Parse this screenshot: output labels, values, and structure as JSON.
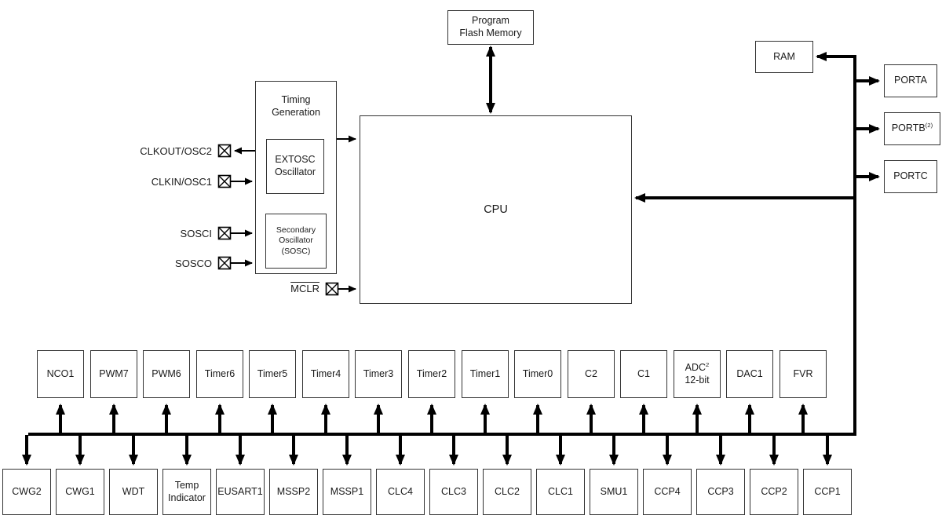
{
  "program_flash": {
    "line1": "Program",
    "line2": "Flash Memory"
  },
  "timing": {
    "title1": "Timing",
    "title2": "Generation"
  },
  "extosc": {
    "line1": "EXTOSC",
    "line2": "Oscillator"
  },
  "sosc": {
    "line1": "Secondary",
    "line2": "Oscillator",
    "line3": "(SOSC)"
  },
  "cpu": {
    "label": "CPU"
  },
  "ram": {
    "label": "RAM"
  },
  "ports": [
    {
      "label": "PORTA",
      "sup": ""
    },
    {
      "label": "PORTB",
      "sup": "(2)"
    },
    {
      "label": "PORTC",
      "sup": ""
    }
  ],
  "pins": {
    "clkout": {
      "label": "CLKOUT/OSC2"
    },
    "clkin": {
      "label": "CLKIN/OSC1"
    },
    "sosci": {
      "label": "SOSCI"
    },
    "sosco": {
      "label": "SOSCO"
    },
    "mclr": {
      "label": "MCLR"
    }
  },
  "middle_row": [
    {
      "label": "NCO1"
    },
    {
      "label": "PWM7"
    },
    {
      "label": "PWM6"
    },
    {
      "label": "Timer6"
    },
    {
      "label": "Timer5"
    },
    {
      "label": "Timer4"
    },
    {
      "label": "Timer3"
    },
    {
      "label": "Timer2"
    },
    {
      "label": "Timer1"
    },
    {
      "label": "Timer0"
    },
    {
      "label": "C2"
    },
    {
      "label": "C1"
    },
    {
      "label": "ADC",
      "sup": "2",
      "label2": "12-bit"
    },
    {
      "label": "DAC1"
    },
    {
      "label": "FVR"
    }
  ],
  "bottom_row": [
    {
      "label": "CWG2"
    },
    {
      "label": "CWG1"
    },
    {
      "label": "WDT"
    },
    {
      "label": "Temp",
      "label2": "Indicator"
    },
    {
      "label": "EUSART1"
    },
    {
      "label": "MSSP2"
    },
    {
      "label": "MSSP1"
    },
    {
      "label": "CLC4"
    },
    {
      "label": "CLC3"
    },
    {
      "label": "CLC2"
    },
    {
      "label": "CLC1"
    },
    {
      "label": "SMU1"
    },
    {
      "label": "CCP4"
    },
    {
      "label": "CCP3"
    },
    {
      "label": "CCP2"
    },
    {
      "label": "CCP1"
    }
  ],
  "colors": {
    "background": "#ffffff",
    "line": "#000000",
    "box_border": "#333333",
    "text": "#1a1a1a"
  }
}
